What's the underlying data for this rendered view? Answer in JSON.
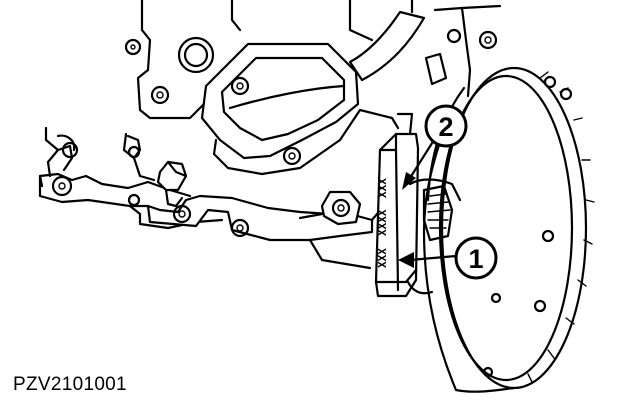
{
  "diagram": {
    "reference_code": "PZV2101001",
    "callouts": [
      {
        "number": "1"
      },
      {
        "number": "2"
      }
    ],
    "timing_marks": {
      "lower": "XXX",
      "middle": "XXXX",
      "upper": "XXX"
    },
    "colors": {
      "line": "#000000",
      "background": "#ffffff"
    }
  }
}
